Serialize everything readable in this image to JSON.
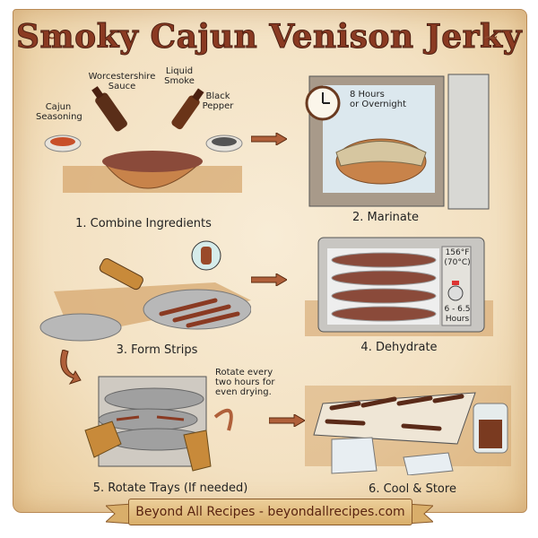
{
  "title": "Smoky Cajun Venison Jerky",
  "colors": {
    "title": "#8a3a22",
    "parchment": "#f3e1c2",
    "arrow": "#b0603a",
    "banner": "#e0bc80",
    "text": "#222222"
  },
  "steps": [
    {
      "number": 1,
      "caption": "1. Combine Ingredients",
      "labels": [
        "Cajun Seasoning",
        "Worcestershire Sauce",
        "Liquid Smoke",
        "Black Pepper"
      ]
    },
    {
      "number": 2,
      "caption": "2. Marinate",
      "labels": [
        "8 Hours or Overnight"
      ]
    },
    {
      "number": 3,
      "caption": "3. Form Strips",
      "labels": []
    },
    {
      "number": 4,
      "caption": "4. Dehydrate",
      "labels": [
        "156°F (70°C)",
        "6 - 6.5 Hours"
      ]
    },
    {
      "number": 5,
      "caption": "5. Rotate Trays (If needed)",
      "labels": [
        "Rotate every two hours for even drying."
      ]
    },
    {
      "number": 6,
      "caption": "6. Cool & Store",
      "labels": []
    }
  ],
  "ingredients": {
    "cajun": "Cajun\nSeasoning",
    "worcestershire": "Worcestershire\nSauce",
    "smoke": "Liquid\nSmoke",
    "pepper": "Black\nPepper"
  },
  "marinate_note": "8 Hours\nor Overnight",
  "dehydrator": {
    "temp": "156°F\n(70°C)",
    "time": "6 - 6.5\nHours"
  },
  "rotate_note": "Rotate every\ntwo hours for\neven drying.",
  "footer": "Beyond All Recipes - beyondallrecipes.com"
}
